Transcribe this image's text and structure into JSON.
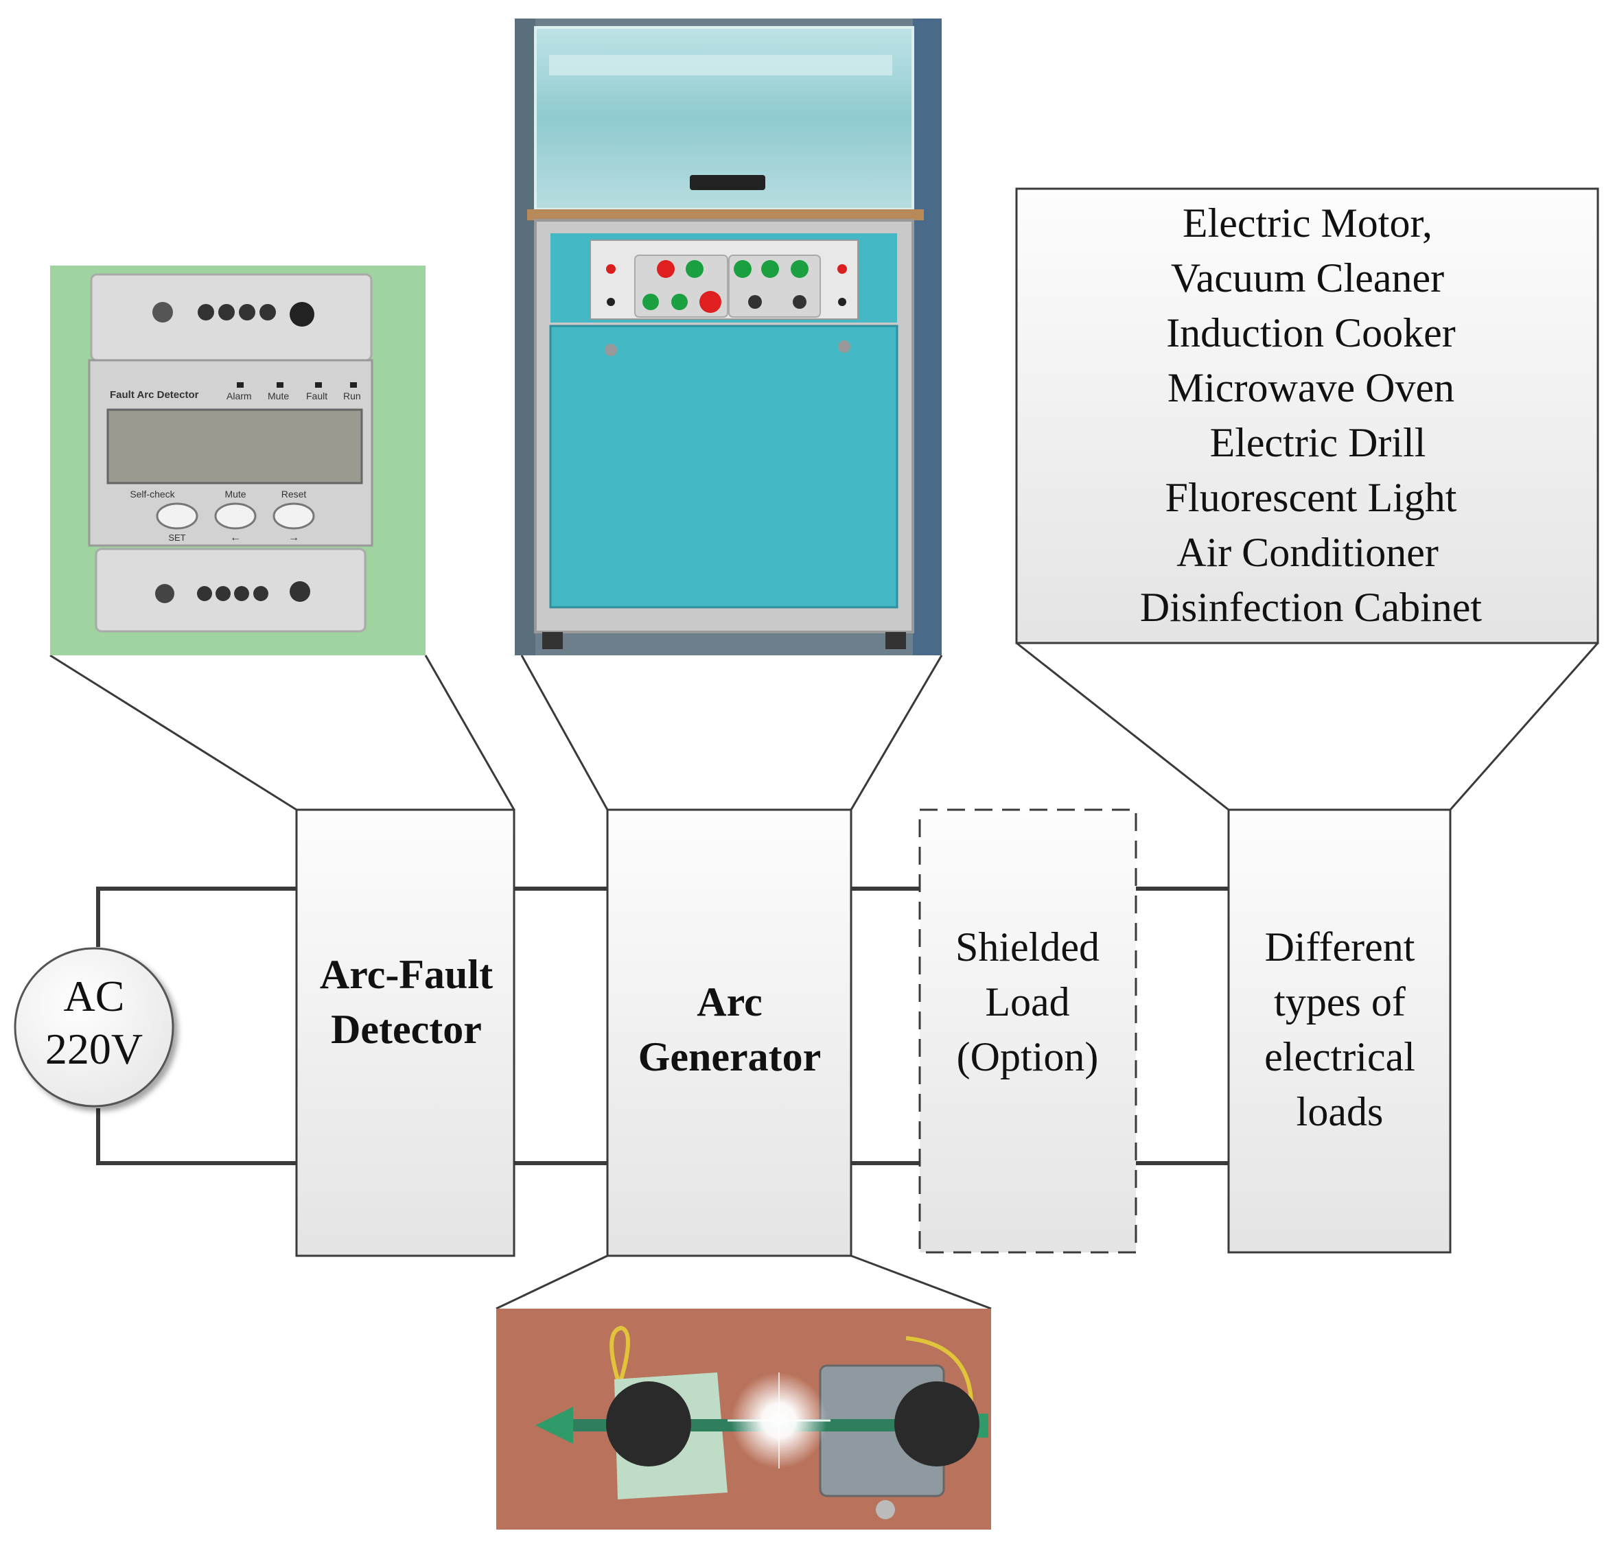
{
  "source": {
    "line1": "AC",
    "line2": "220V"
  },
  "blocks": {
    "detector": {
      "line1": "Arc-Fault",
      "line2": "Detector"
    },
    "generator": {
      "line1": "Arc",
      "line2": "Generator"
    },
    "shielded": {
      "line1": "Shielded",
      "line2": "Load",
      "line3": "(Option)"
    },
    "loads": {
      "line1": "Different",
      "line2": "types of",
      "line3": "electrical",
      "line4": "loads"
    }
  },
  "load_list": [
    "Electric Motor,",
    "Vacuum Cleaner",
    "Induction Cooker",
    "Microwave Oven",
    "Electric Drill",
    "Fluorescent Light",
    "Air Conditioner",
    "Disinfection Cabinet"
  ],
  "detector_photo": {
    "brand": "Fault Arc Detector",
    "indicators": [
      "Alarm",
      "Mute",
      "Fault",
      "Run"
    ],
    "buttons": [
      "Self-check",
      "Mute",
      "Reset"
    ],
    "button_sub": [
      "SET",
      "←",
      "→"
    ]
  },
  "colors": {
    "line": "#3a3a3a",
    "block_fill_top": "#fbfbfb",
    "block_fill_bottom": "#e6e6e6",
    "cabinet": "#45b8c6",
    "wall": "#c07a62",
    "detector_bg": "#9fd3a0"
  }
}
